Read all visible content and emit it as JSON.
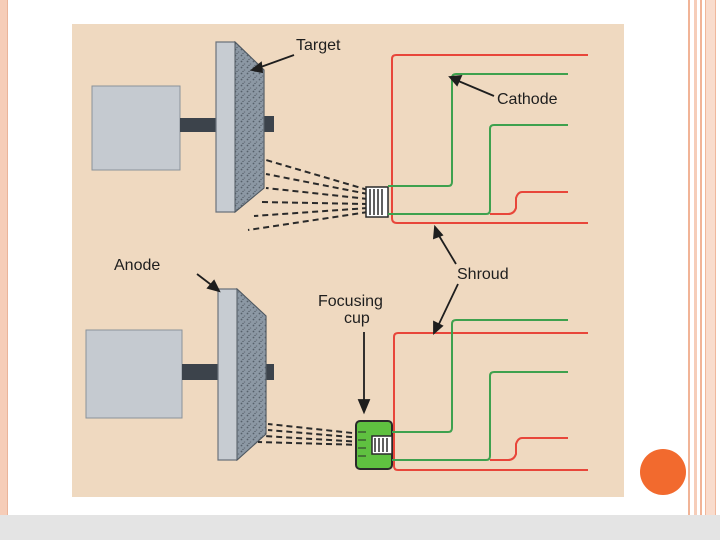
{
  "diagram": {
    "labels": {
      "target": "Target",
      "cathode": "Cathode",
      "anode": "Anode",
      "shroud": "Shroud",
      "focusing_cup_line1": "Focusing",
      "focusing_cup_line2": "cup"
    },
    "colors": {
      "background": "#efd9c0",
      "red_wire": "#e8463a",
      "green_wire": "#3ea14e",
      "focusing_cup": "#5fc140",
      "accent_dot": "#f26a2e"
    }
  }
}
